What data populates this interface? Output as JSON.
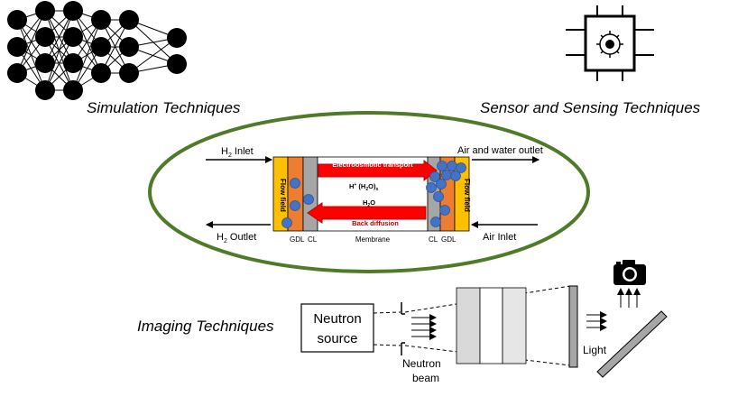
{
  "sections": {
    "simulation": "Simulation Techniques",
    "sensor": "Sensor and Sensing Techniques",
    "imaging": "Imaging Techniques"
  },
  "fuel_cell": {
    "h2_inlet": "H",
    "h2_inlet_sub": "2",
    "h2_inlet_rest": " Inlet",
    "h2_outlet": "H",
    "h2_outlet_sub": "2",
    "h2_outlet_rest": " Outlet",
    "air_water_outlet": "Air and water outlet",
    "air_inlet": "Air Inlet",
    "flow_field_left": "Flow field",
    "flow_field_right": "Flow field",
    "electroosmotic": "Electroosmotic transport",
    "back_diffusion": "Back diffusion",
    "proton_main": "H",
    "proton_sup": "+",
    "proton_mid": " (H",
    "proton_sub": "2",
    "proton_end": "O)",
    "proton_sub_x": "x",
    "water_main": "H",
    "water_sub": "2",
    "water_end": "O",
    "gdl_left": "GDL",
    "cl_left": "CL",
    "membrane": "Membrane",
    "cl_right": "CL",
    "gdl_right": "GDL"
  },
  "imaging_setup": {
    "source_line1": "Neutron",
    "source_line2": "source",
    "beam_line1": "Neutron",
    "beam_line2": "beam",
    "light": "Light"
  },
  "colors": {
    "ellipse": "#4f7a28",
    "orange": "#ed7d31",
    "yellow": "#ffc000",
    "gray_cl": "#a6a6a6",
    "red_arrow": "#ff0000",
    "dark_red": "#c00000",
    "droplet": "#4472c4",
    "droplet_edge": "#2f5597"
  },
  "icons": [
    "neural-network-icon",
    "sensor-chip-icon",
    "camera-icon"
  ]
}
